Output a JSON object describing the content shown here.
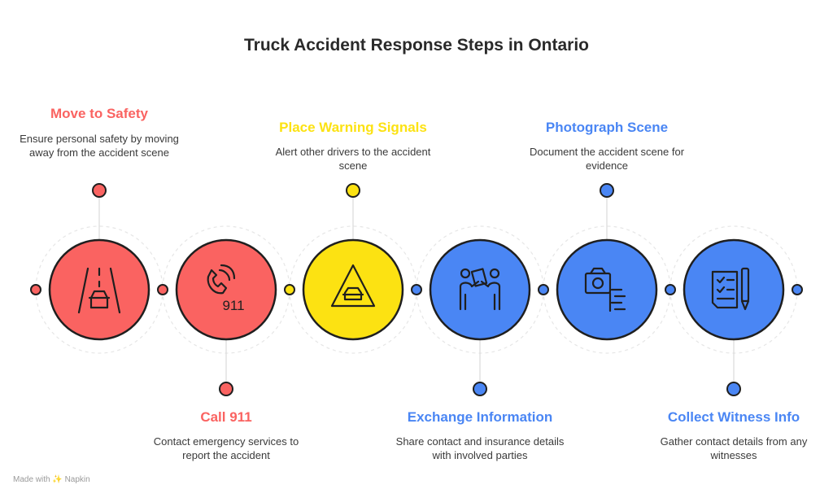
{
  "title": "Truck Accident Response Steps in Ontario",
  "colors": {
    "red": "#fa6361",
    "yellow": "#fce212",
    "blue": "#4a86f4",
    "outline": "#1f1f1f"
  },
  "steps": [
    {
      "title": "Move to Safety",
      "description": "Ensure personal safety by moving away from the accident scene",
      "color": "#fa6361",
      "icon": "road-car-icon"
    },
    {
      "title": "Call 911",
      "description": "Contact emergency services to report the accident",
      "color": "#fa6361",
      "icon": "phone-911-icon",
      "icon_text": "911"
    },
    {
      "title": "Place Warning Signals",
      "description": "Alert other drivers to the accident scene",
      "color": "#fce212",
      "icon": "warning-triangle-icon"
    },
    {
      "title": "Exchange Information",
      "description": "Share contact and insurance details with involved parties",
      "color": "#4a86f4",
      "icon": "people-exchange-icon"
    },
    {
      "title": "Photograph Scene",
      "description": "Document the accident scene for evidence",
      "color": "#4a86f4",
      "icon": "camera-icon"
    },
    {
      "title": "Collect Witness Info",
      "description": "Gather contact details from any witnesses",
      "color": "#4a86f4",
      "icon": "checklist-pen-icon"
    }
  ],
  "footer": "Made with ✨ Napkin"
}
